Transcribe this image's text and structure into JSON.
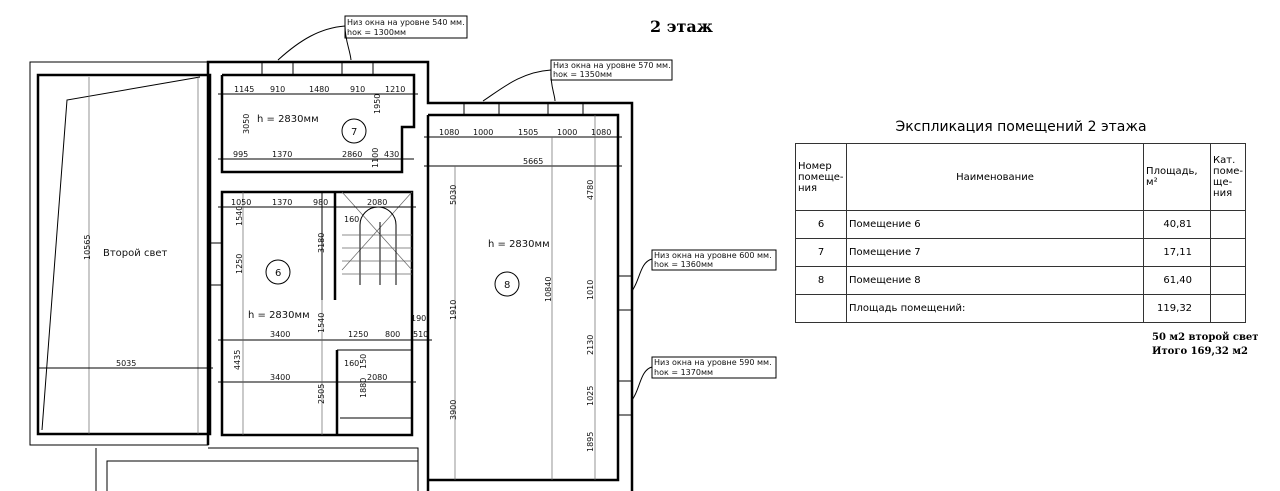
{
  "title": "2 этаж",
  "plan": {
    "second_light_label": "Второй свет",
    "second_light_dims": [
      "10565",
      "5035"
    ],
    "ceiling_height": "h = 2830мм",
    "room_numbers": [
      "7",
      "6",
      "8"
    ],
    "callouts": [
      {
        "line1": "Низ окна на уровне 540  мм.",
        "line2": "hок = 1300мм"
      },
      {
        "line1": "Низ окна на уровне 570  мм.",
        "line2": "hок = 1350мм"
      },
      {
        "line1": "Низ окна на уровне 600  мм.",
        "line2": "hок = 1360мм"
      },
      {
        "line1": "Низ окна на уровне 590  мм.",
        "line2": "hок = 1370мм"
      }
    ],
    "room7_dims": [
      "1145",
      "910",
      "1480",
      "910",
      "1210",
      "1950",
      "3050",
      "995",
      "1370",
      "2860",
      "1100",
      "430"
    ],
    "room8_dims": [
      "1080",
      "1000",
      "1505",
      "1000",
      "1080",
      "5665",
      "5030",
      "4780",
      "10840",
      "1010",
      "2130",
      "1025",
      "1895",
      "1910",
      "3900"
    ],
    "room6_dims": [
      "1050",
      "1370",
      "980",
      "2080",
      "1540",
      "160",
      "3180",
      "1250",
      "1540",
      "3400",
      "1250",
      "800",
      "510",
      "190",
      "4435",
      "160",
      "150",
      "2080",
      "1880",
      "3400",
      "2505"
    ]
  },
  "explication": {
    "title": "Экспликация помещений 2 этажа",
    "headers": [
      "Номер помеще-ния",
      "Наименование",
      "Площадь, м²",
      "Кат. поме-ще-ния"
    ],
    "rows": [
      {
        "num": "6",
        "name": "Помещение 6",
        "area": "40,81",
        "cat": ""
      },
      {
        "num": "7",
        "name": "Помещение 7",
        "area": "17,11",
        "cat": ""
      },
      {
        "num": "8",
        "name": "Помещение 8",
        "area": "61,40",
        "cat": ""
      }
    ],
    "total": {
      "num": "",
      "name": "Площадь помещений:",
      "area": "119,32",
      "cat": ""
    }
  },
  "notes": [
    "50 м2 второй свет",
    "Итого 169,32 м2"
  ]
}
